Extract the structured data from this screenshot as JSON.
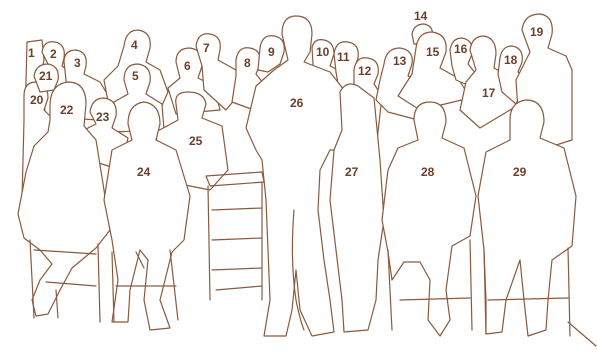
{
  "colors": {
    "outline": "#8a5a3e",
    "label": "#6b3f2c",
    "background": "#ffffff"
  },
  "labels": [
    "1",
    "2",
    "3",
    "4",
    "5",
    "6",
    "7",
    "8",
    "9",
    "10",
    "11",
    "12",
    "13",
    "14",
    "15",
    "16",
    "17",
    "18",
    "19",
    "20",
    "21",
    "22",
    "23",
    "24",
    "25",
    "26",
    "27",
    "28",
    "29"
  ]
}
